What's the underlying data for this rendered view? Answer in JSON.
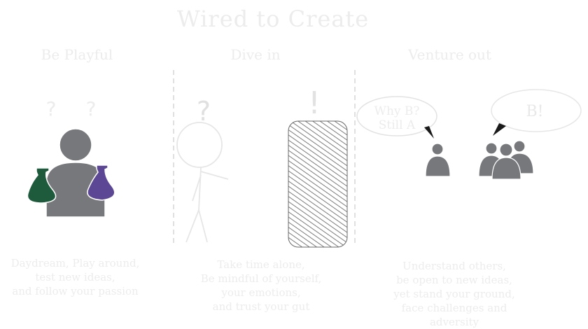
{
  "title": "Wired to Create",
  "columns": [
    {
      "heading": "Be Playful",
      "question_marks": [
        "?",
        "?"
      ],
      "caption": "Daydream, Play around,\ntest new ideas,\nand follow your passion"
    },
    {
      "heading": "Dive in",
      "question_mark": "?",
      "exclamation": "!",
      "caption": "Take time alone,\nBe mindful of yourself,\nyour emotions,\nand trust your gut"
    },
    {
      "heading": "Venture out",
      "bubble_left": "Why B?\nStill A",
      "bubble_right": "B!",
      "caption": "Understand others,\nbe open to new ideas,\nyet stand your ground,\nface challenges and adversity"
    }
  ],
  "colors": {
    "figure": "#77787c",
    "green_flask": "#1e5a3c",
    "purple_flask": "#5b4794",
    "faint_text": "#ececec",
    "line": "#d6d6d6",
    "hatch": "#5a5a5a"
  }
}
